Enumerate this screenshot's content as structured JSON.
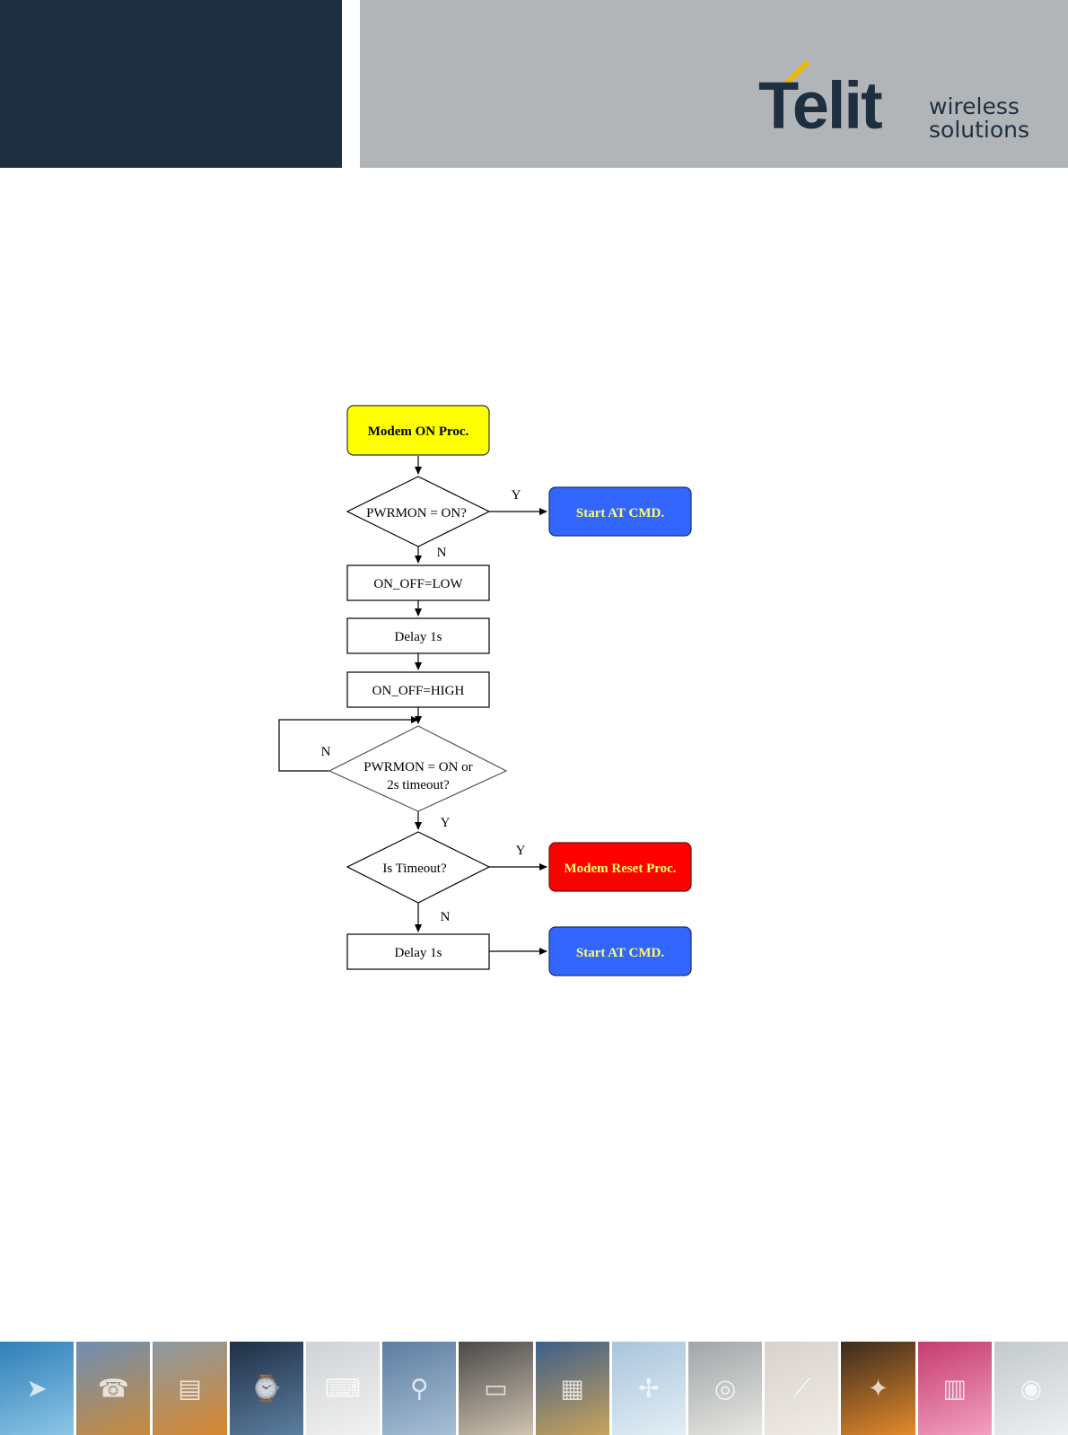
{
  "header": {
    "left_color": "#1e2f3f",
    "right_color": "#b2b5b8",
    "logo": {
      "word": "Telit",
      "tagline": [
        "wireless",
        "solutions"
      ],
      "accent": "#e8b90a",
      "text_color": "#1e2f3f"
    }
  },
  "flowchart": {
    "nodes": {
      "start": "Modem ON Proc.",
      "check_pwrmon": "PWRMON = ON?",
      "start_at_1": "Start AT CMD.",
      "on_off_low": "ON_OFF=LOW",
      "delay_1": "Delay 1s",
      "on_off_high": "ON_OFF=HIGH",
      "check_loop_1": "PWRMON = ON or",
      "check_loop_2": "2s timeout?",
      "check_timeout": "Is Timeout?",
      "reset": "Modem Reset Proc.",
      "delay_2": "Delay 1s",
      "start_at_2": "Start AT CMD."
    },
    "edge_labels": {
      "y1": "Y",
      "n1": "N",
      "n_loop": "N",
      "y_loop": "Y",
      "y_timeout": "Y",
      "n_timeout": "N"
    },
    "colors": {
      "start_fill": "#ffff00",
      "at_fill": "#3366ff",
      "at_text": "#ffff66",
      "reset_fill": "#ff0000",
      "reset_text": "#ffff66"
    }
  },
  "footer_strip": {
    "tiles": [
      {
        "icon": "car-icon",
        "glyph": "➤",
        "colors": [
          "#2f7fb8",
          "#8cc6e6"
        ]
      },
      {
        "icon": "sos-phone-icon",
        "glyph": "☎",
        "colors": [
          "#6e8fb5",
          "#c98a3a"
        ]
      },
      {
        "icon": "containers-icon",
        "glyph": "▤",
        "colors": [
          "#8a9aa5",
          "#d8862c"
        ]
      },
      {
        "icon": "led-clock-icon",
        "glyph": "⌚",
        "colors": [
          "#1f2f45",
          "#5c7fa0"
        ]
      },
      {
        "icon": "keyboard-icon",
        "glyph": "⌨",
        "colors": [
          "#cfd3d6",
          "#f1f1f1"
        ]
      },
      {
        "icon": "bicycle-icon",
        "glyph": "⚲",
        "colors": [
          "#5d7da0",
          "#a8c0d6"
        ]
      },
      {
        "icon": "card-icon",
        "glyph": "▭",
        "colors": [
          "#4a4a4a",
          "#d0c3b0"
        ]
      },
      {
        "icon": "vending-icon",
        "glyph": "▦",
        "colors": [
          "#3d5e8a",
          "#c9a35a"
        ]
      },
      {
        "icon": "wind-turbine-icon",
        "glyph": "✢",
        "colors": [
          "#a8c5dc",
          "#e3eef5"
        ]
      },
      {
        "icon": "meter-icon",
        "glyph": "◎",
        "colors": [
          "#9fa5a8",
          "#e7e7e2"
        ]
      },
      {
        "icon": "laser-icon",
        "glyph": "⟋",
        "colors": [
          "#d9d2cc",
          "#f0ebe6"
        ]
      },
      {
        "icon": "street-icon",
        "glyph": "✦",
        "colors": [
          "#3a2a1e",
          "#e58a2a"
        ]
      },
      {
        "icon": "pink-boxes-icon",
        "glyph": "▥",
        "colors": [
          "#c43c6f",
          "#f3a1c0"
        ]
      },
      {
        "icon": "camera-icon",
        "glyph": "◉",
        "colors": [
          "#c3c9cc",
          "#edf0f1"
        ]
      }
    ]
  }
}
